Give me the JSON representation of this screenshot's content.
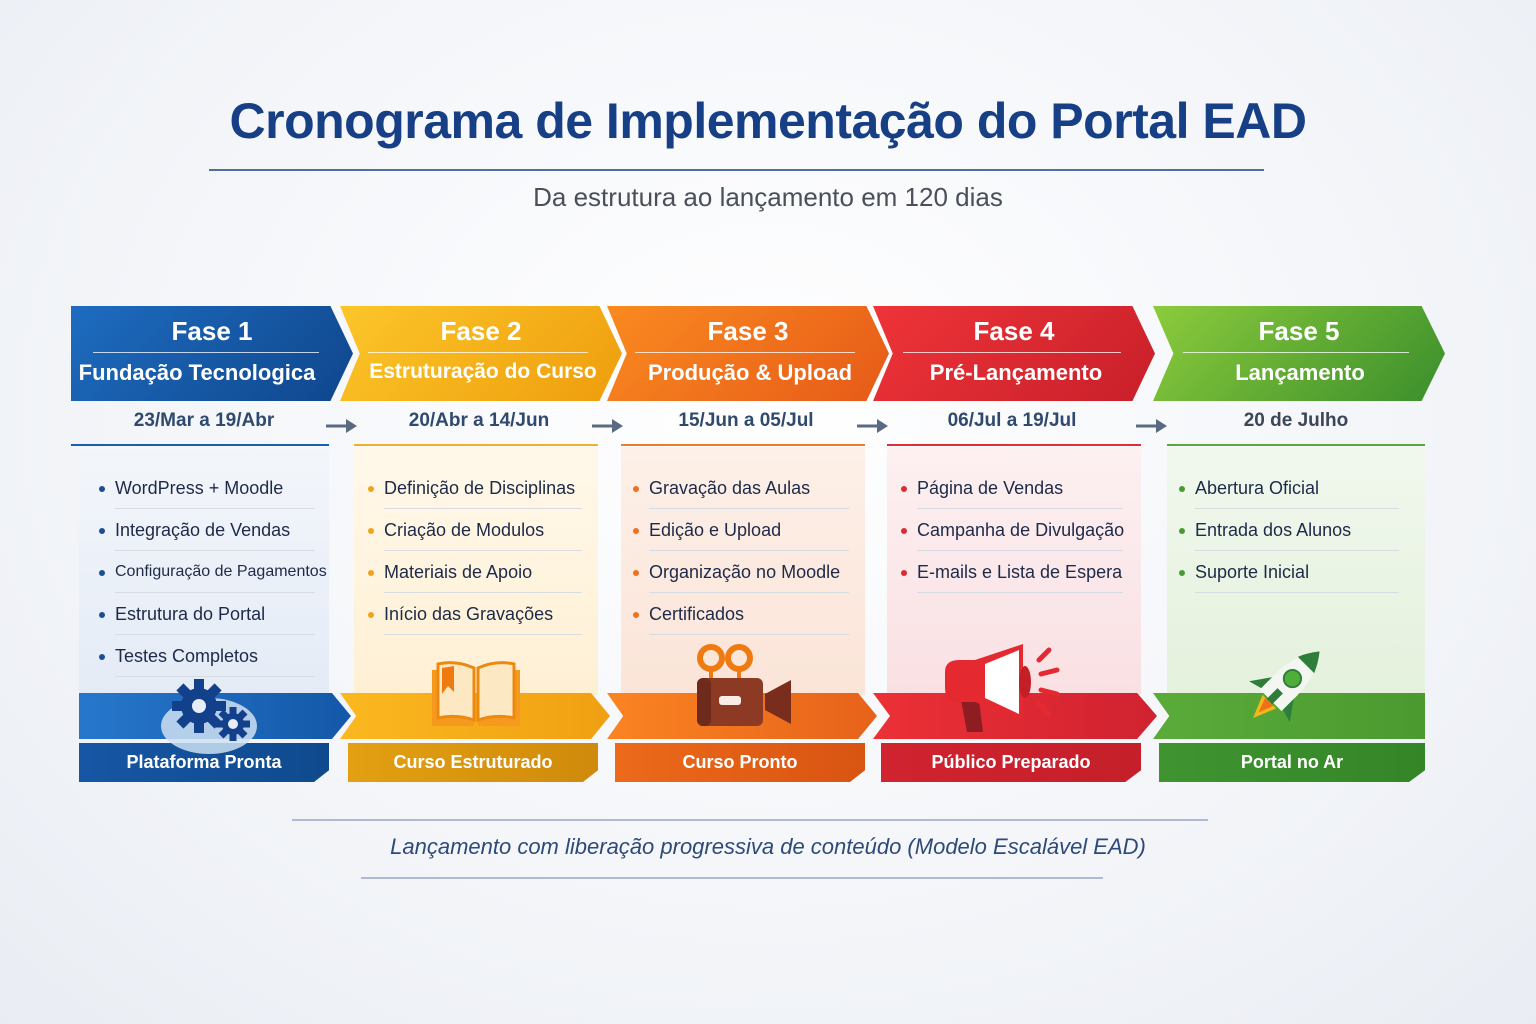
{
  "header": {
    "title": "Cronograma de Implementação do Portal EAD",
    "subtitle": "Da estrutura ao lançamento em 120 dias"
  },
  "phases": [
    {
      "number": "Fase 1",
      "name": "Fundação Tecnologica",
      "dates": "23/Mar a 19/Abr",
      "color": "#1a5fae",
      "color_dark": "#0f4a8e",
      "bg": "#e8eef8",
      "icon": "gears-icon",
      "items": [
        "WordPress + Moodle",
        "Integração de Vendas",
        "Configuração de Pagamentos",
        "Estrutura do Portal",
        "Testes Completos"
      ],
      "result": "Plataforma Pronta"
    },
    {
      "number": "Fase 2",
      "name": "Estruturação do Curso",
      "dates": "20/Abr a 14/Jun",
      "color": "#f2aa17",
      "color_dark": "#d89712",
      "bg": "#fff5e2",
      "icon": "open-book-icon",
      "items": [
        "Definição de Disciplinas",
        "Criação de Modulos",
        "Materiais de Apoio",
        "Início das Gravações"
      ],
      "result": "Curso Estruturado"
    },
    {
      "number": "Fase 3",
      "name": "Produção & Upload",
      "dates": "15/Jun a 05/Jul",
      "color": "#f0741f",
      "color_dark": "#e25f18",
      "bg": "#fdebe1",
      "icon": "video-camera-icon",
      "items": [
        "Gravação das Aulas",
        "Edição e Upload",
        "Organização no Moodle",
        "Certificados"
      ],
      "result": "Curso Pronto"
    },
    {
      "number": "Fase 4",
      "name": "Pré-Lançamento",
      "dates": "06/Jul a 19/Jul",
      "color": "#df2a30",
      "color_dark": "#c42029",
      "bg": "#fbe6e8",
      "icon": "megaphone-icon",
      "items": [
        "Página de Vendas",
        "Campanha de Divulgação",
        "E-mails e Lista de Espera"
      ],
      "result": "Público Preparado"
    },
    {
      "number": "Fase 5",
      "name": "Lançamento",
      "dates": "20 de Julho",
      "color": "#5aa83a",
      "color_dark": "#3c8f2c",
      "bg": "#e9f4e3",
      "icon": "rocket-icon",
      "items": [
        "Abertura Oficial",
        "Entrada dos Alunos",
        "Suporte Inicial"
      ],
      "result": "Portal no Ar"
    }
  ],
  "footer": {
    "note": "Lançamento com liberação progressiva de conteúdo (Modelo Escalável EAD)"
  }
}
